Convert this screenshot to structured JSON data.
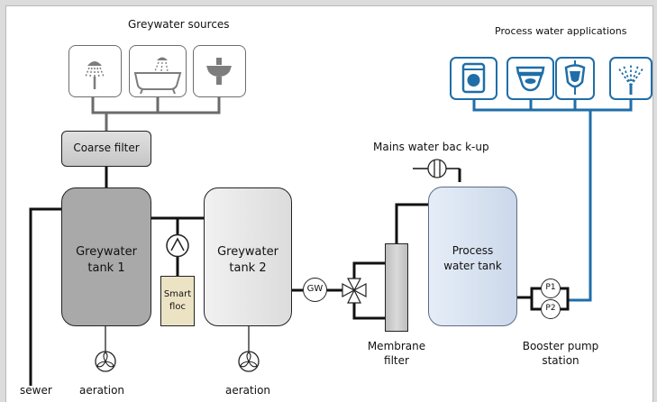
{
  "labels": {
    "greywater_sources": "Greywater sources",
    "process_water_applications": "Process water applications",
    "coarse_filter": "Coarse filter",
    "mains_backup": "Mains water bac k-up",
    "tank1_line1": "Greywater",
    "tank1_line2": "tank  1",
    "tank2_line1": "Greywater",
    "tank2_line2": "tank  2",
    "smart_line1": "Smart",
    "smart_line2": "floc",
    "gw_pump": "GW",
    "process_line1": "Process",
    "process_line2": "water tank",
    "membrane_line1": "Membrane",
    "membrane_line2": "filter",
    "booster_line1": "Booster pump",
    "booster_line2": "station",
    "p1": "P1",
    "p2": "P2",
    "sewer": "sewer",
    "aeration1": "aeration",
    "aeration2": "aeration"
  },
  "sources": [
    {
      "icon": "shower-icon"
    },
    {
      "icon": "bathtub-icon"
    },
    {
      "icon": "washbasin-icon"
    }
  ],
  "applications": [
    {
      "icon": "washing-machine-icon"
    },
    {
      "icon": "toilet-icon"
    },
    {
      "icon": "urinal-icon"
    },
    {
      "icon": "irrigation-sprinkler-icon"
    }
  ],
  "colors": {
    "greywater_pipe": "#6b6b6b",
    "process_pipe": "#1f6ea8",
    "tank1_fill": "#a9a9a9",
    "tank2_fill": "#e8e8e8",
    "process_tank_fill": "#dce6f2",
    "smartfloc_fill": "#ece3c4",
    "membrane_fill": "#c8c8c8"
  }
}
